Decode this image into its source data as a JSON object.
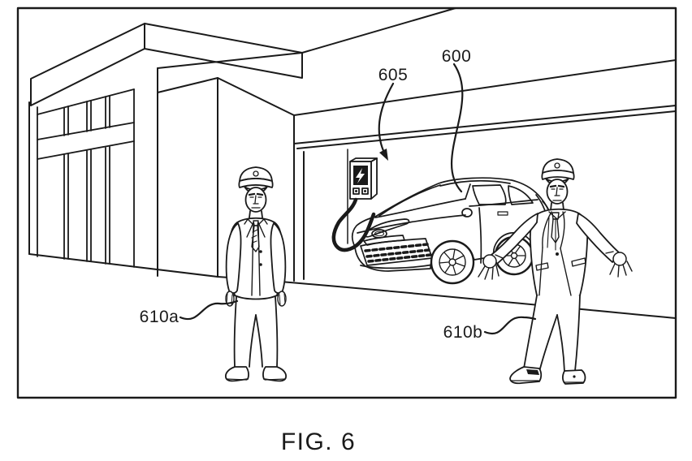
{
  "figure": {
    "caption": "FIG. 6"
  },
  "reference_labels": {
    "vehicle": "600",
    "charging_station": "605",
    "valet_left": "610a",
    "valet_right": "610b"
  },
  "colors": {
    "line": "#1a1a1a",
    "background": "#ffffff"
  }
}
